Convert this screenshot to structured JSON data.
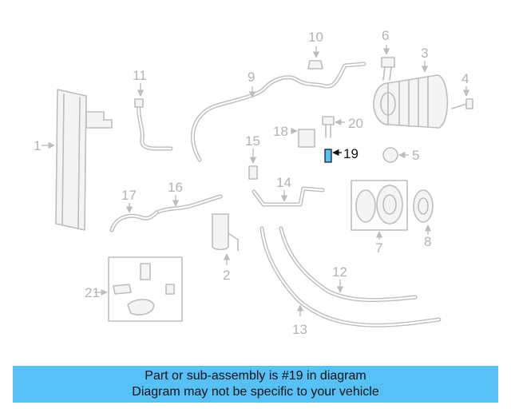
{
  "diagram": {
    "callouts": [
      "1",
      "2",
      "3",
      "4",
      "5",
      "6",
      "7",
      "8",
      "9",
      "10",
      "11",
      "12",
      "13",
      "14",
      "15",
      "16",
      "17",
      "18",
      "19",
      "20",
      "21"
    ],
    "highlighted_callout": "19",
    "highlight_color": "#55c1f5",
    "part_color": "#bdbdbd"
  },
  "banner": {
    "line1": "Part or sub-assembly is #19 in diagram",
    "line2": "Diagram may not be specific to your vehicle",
    "background": "#55c1f5"
  }
}
